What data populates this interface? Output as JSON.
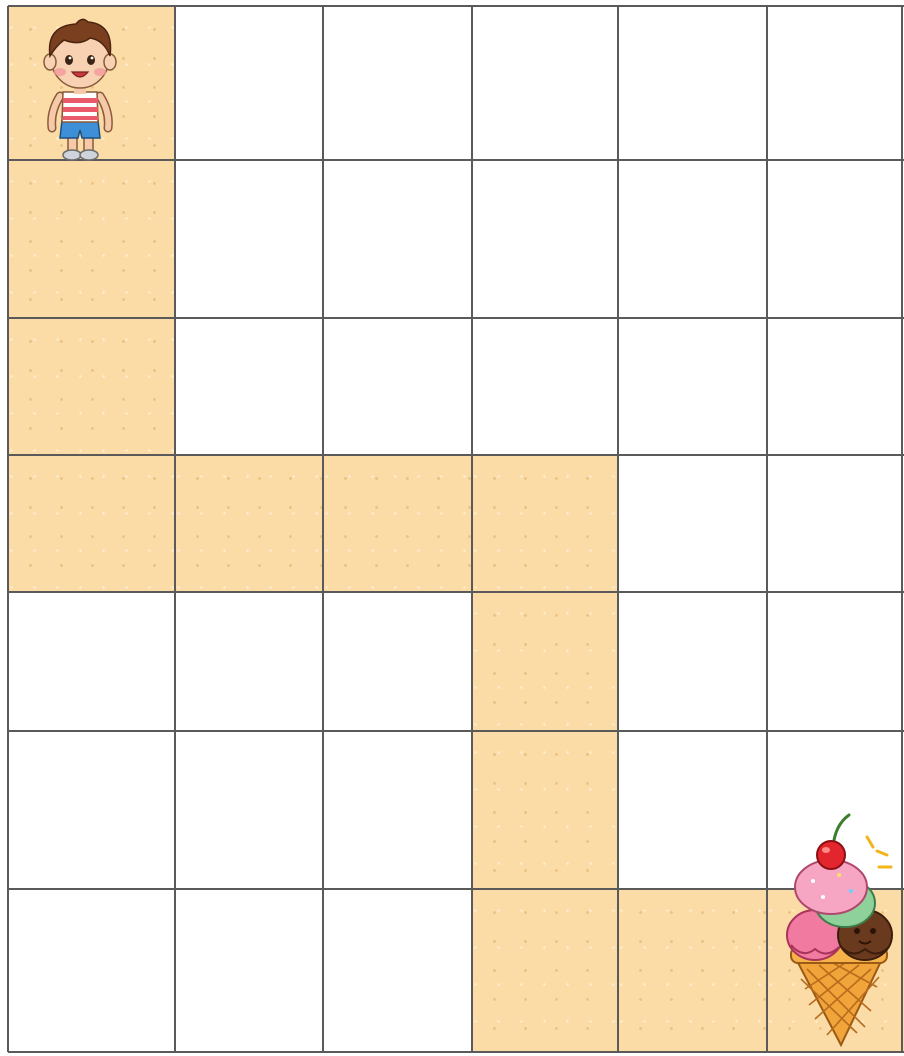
{
  "maze": {
    "rows": 7,
    "cols": 6,
    "path_color": "#fbdba6",
    "grid_line_color": "#5a5a5a",
    "empty_cell_color": "#ffffff",
    "path_cells": [
      [
        0,
        0
      ],
      [
        1,
        0
      ],
      [
        2,
        0
      ],
      [
        3,
        0
      ],
      [
        3,
        1
      ],
      [
        3,
        2
      ],
      [
        3,
        3
      ],
      [
        4,
        3
      ],
      [
        5,
        3
      ],
      [
        6,
        3
      ],
      [
        6,
        4
      ],
      [
        6,
        5
      ]
    ],
    "start": {
      "row": 0,
      "col": 0,
      "icon": "boy-character-icon"
    },
    "goal": {
      "row": 6,
      "col": 5,
      "icon": "ice-cream-cone-icon"
    }
  }
}
